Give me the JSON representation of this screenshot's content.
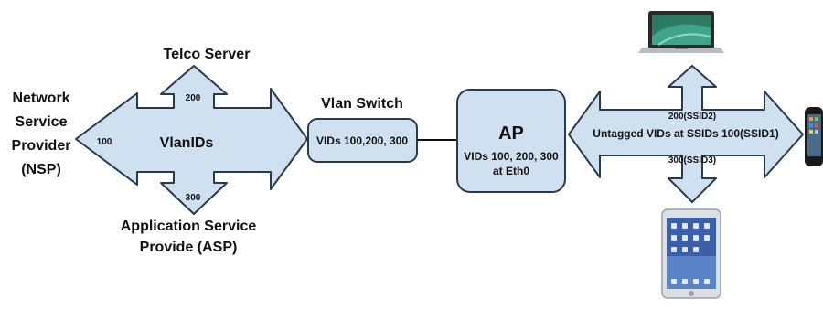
{
  "nodes": {
    "telco_server": "Telco Server",
    "nsp": [
      "Network",
      "Service",
      "Provider",
      "(NSP)"
    ],
    "asp": [
      "Application Service",
      "Provide (ASP)"
    ],
    "vlan_switch_title": "Vlan Switch",
    "vlan_switch_vids": "VIDs 100,200, 300",
    "ap_title": "AP",
    "ap_vids": [
      "VIDs 100, 200, 300",
      "at Eth0"
    ]
  },
  "vlan_cross": {
    "label": "VlanIDs",
    "left_vid": "100",
    "top_vid": "200",
    "bottom_vid": "300"
  },
  "ssid_cross": {
    "label": "Untagged VIDs at SSIDs 100(SSID1)",
    "top_ssid": "200(SSID2)",
    "bottom_ssid": "300(SSID3)"
  },
  "devices": [
    "laptop-icon",
    "phone-icon",
    "tablet-icon"
  ],
  "colors": {
    "shape_fill": "#cfe0f0",
    "outline": "#2a3a4a"
  }
}
